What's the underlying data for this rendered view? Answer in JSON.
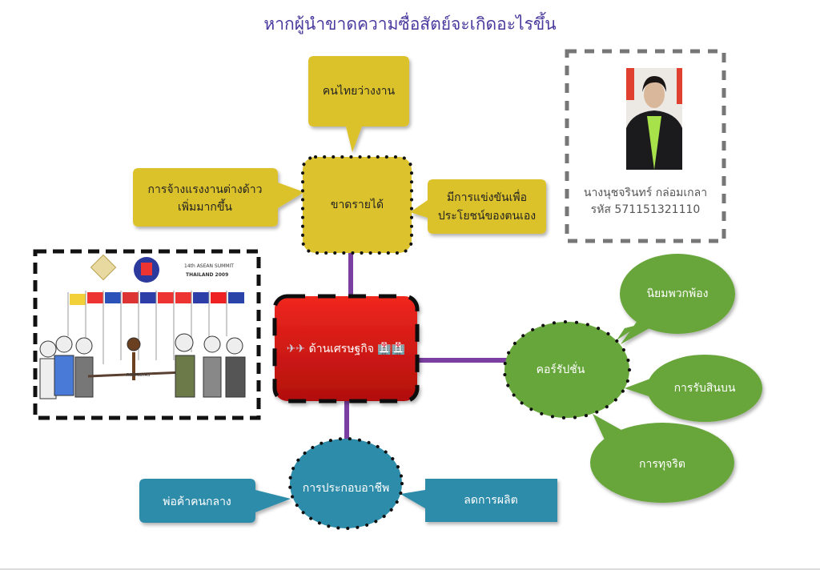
{
  "title": "หากผู้นำขาดความซื่อสัตย์จะเกิดอะไรขึ้น",
  "center": {
    "label": "ด้านเศรษฐกิจ",
    "left_icons": "✈✈",
    "right_icons": "🏥🏥"
  },
  "income": {
    "label": "ขาดรายได้",
    "callouts": [
      {
        "line1": "คนไทยว่างงาน",
        "line2": ""
      },
      {
        "line1": "การจ้างแรงงานต่างด้าว",
        "line2": "เพิ่มมากขึ้น"
      },
      {
        "line1": "มีการแข่งขันเพื่อ",
        "line2": "ประโยชน์ของตนเอง"
      }
    ]
  },
  "corruption": {
    "label": "คอร์รัปชั่น",
    "bubbles": [
      "นิยมพวกพ้อง",
      "การรับสินบน",
      "การทุจริต"
    ]
  },
  "occupation": {
    "label": "การประกอบอาชีพ",
    "callouts": [
      "พ่อค้าคนกลาง",
      "ลดการผลิต"
    ]
  },
  "author": {
    "name": "นางนุชจรินทร์ กล่อมเกลา",
    "id": "รหัส 571151321110"
  },
  "cartoon": {
    "line1": "14th ASEAN SUMMIT",
    "line2": "THAILAND 2009",
    "label": "ROHINGYAS"
  },
  "colors": {
    "yellow": "#dcc22c",
    "green": "#67a63a",
    "blue": "#2e8cab",
    "red": "#d81e1a",
    "connector": "#7a3fa0",
    "title": "#4a3a9e"
  }
}
